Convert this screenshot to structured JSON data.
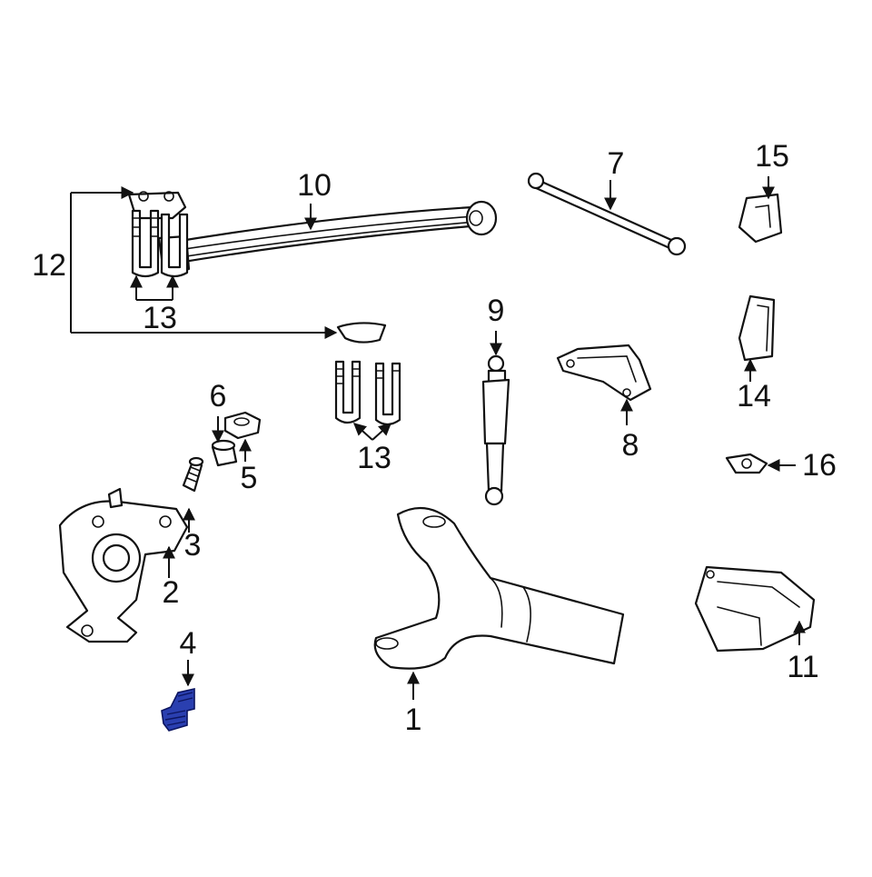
{
  "diagram": {
    "callouts": {
      "c1": "1",
      "c2": "2",
      "c3": "3",
      "c4": "4",
      "c5": "5",
      "c6": "6",
      "c7": "7",
      "c8": "8",
      "c9": "9",
      "c10": "10",
      "c11": "11",
      "c12": "12",
      "c13a": "13",
      "c13b": "13",
      "c14": "14",
      "c15": "15",
      "c16": "16"
    },
    "highlighted_part": "4",
    "colors": {
      "highlight": "#2a3fb0",
      "line": "#111111",
      "background": "#ffffff"
    }
  }
}
